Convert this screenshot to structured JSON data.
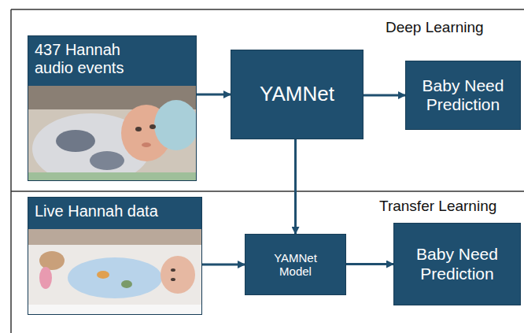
{
  "diagram": {
    "nodes": [
      {
        "text": [
          "437 Hannah audio events"
        ]
      },
      {
        "text": [
          "YAMNet"
        ]
      },
      {
        "text": [
          "Baby Need Prediction"
        ]
      },
      {
        "text": [
          "Live Hannah data"
        ]
      },
      {
        "text": [
          "YAMNet Model"
        ]
      },
      {
        "text": [
          "Baby Need Prediction"
        ]
      }
    ],
    "edges": [
      {
        "from": 0,
        "to": 1,
        "arrow": "to"
      },
      {
        "from": 1,
        "to": 2,
        "arrow": "to"
      },
      {
        "from": 1,
        "to": 4,
        "arrow": "to"
      },
      {
        "from": 3,
        "to": 4,
        "arrow": "to"
      },
      {
        "from": 4,
        "to": 5,
        "arrow": "to"
      }
    ],
    "labels": [
      "Deep Learning",
      "Transfer Learning"
    ]
  }
}
